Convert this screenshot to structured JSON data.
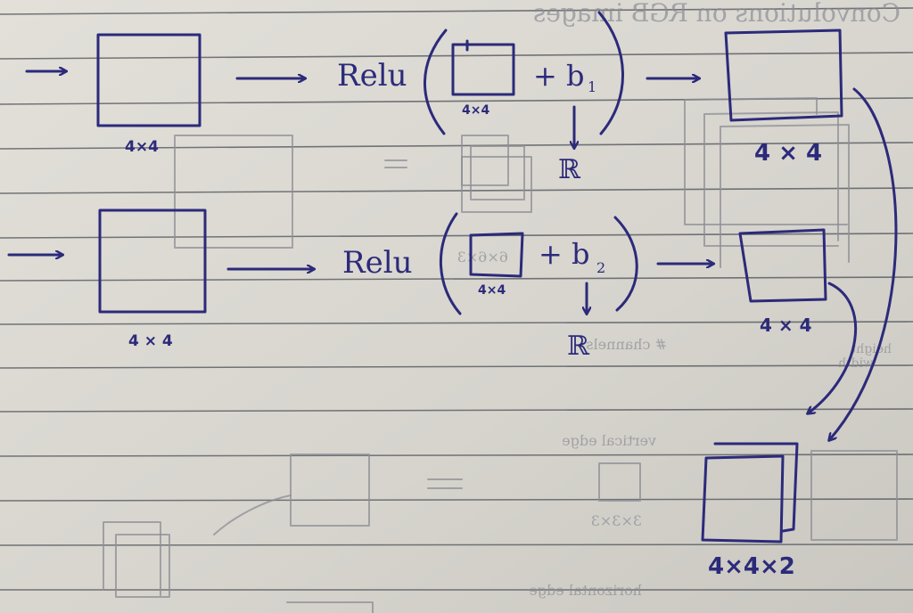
{
  "notes": {
    "row1": {
      "input_dims": "4×4",
      "relu": "Relu",
      "filter_dims": "4×4",
      "bias": "+ b",
      "bias_sub": "1",
      "bias_domain": "ℝ",
      "output_dims": "4 × 4"
    },
    "row2": {
      "input_dims": "4 × 4",
      "relu": "Relu",
      "filter_dims": "4×4",
      "bias": "+ b",
      "bias_sub": "2",
      "bias_domain": "ℝ",
      "output_dims": "4 × 4"
    },
    "stack_dims": "4×4×2"
  },
  "bleed_through": {
    "top": "Convolutions on RGB images",
    "vertical": "vertical edge",
    "horizontal": "horizontal edge",
    "filter": "3×3×3",
    "channels": "# channels",
    "mid": "6×6×3",
    "right_a": "height",
    "right_b": "width"
  },
  "colors": {
    "paper": "#d8d6cf",
    "ink": "#2c2a7a",
    "pencil": "#8d8d96",
    "rule": "#4e5058"
  }
}
